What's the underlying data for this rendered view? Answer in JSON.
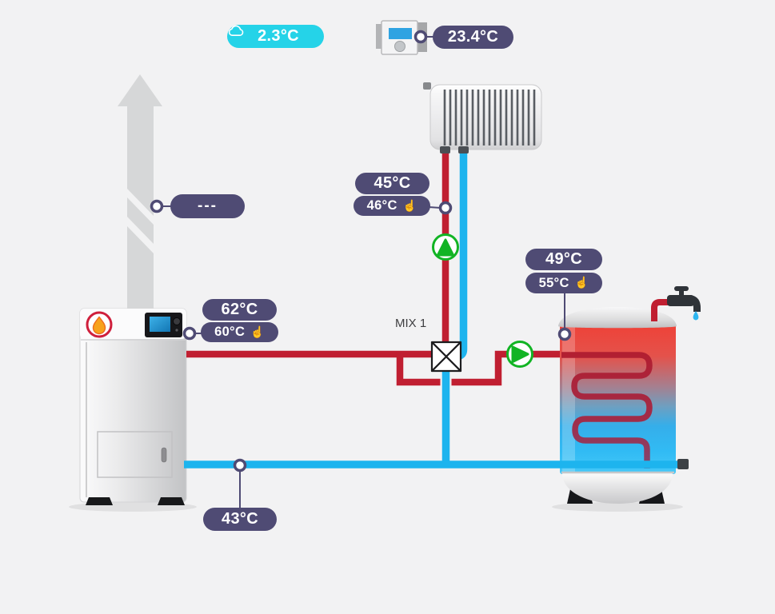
{
  "badges": {
    "outdoor": {
      "temp": "2.3°C"
    },
    "room": {
      "temp": "23.4°C"
    },
    "flue": {
      "value": "---"
    },
    "boiler": {
      "measured": "62°C",
      "setpoint": "60°C"
    },
    "mixer_flow": {
      "measured": "45°C",
      "setpoint": "46°C"
    },
    "tank": {
      "measured": "49°C",
      "setpoint": "55°C"
    },
    "return_line": {
      "measured": "43°C"
    }
  },
  "labels": {
    "mixer": "MIX 1"
  },
  "icons": {
    "outdoor": "cloud-icon",
    "setpoint_pointer": "☝"
  },
  "colors": {
    "badge_bg": "#4f4b74",
    "outdoor_badge_bg": "#25d3e8",
    "hot_pipe": "#c01f31",
    "cold_pipe": "#1db4ee",
    "pump_green": "#12b424"
  }
}
